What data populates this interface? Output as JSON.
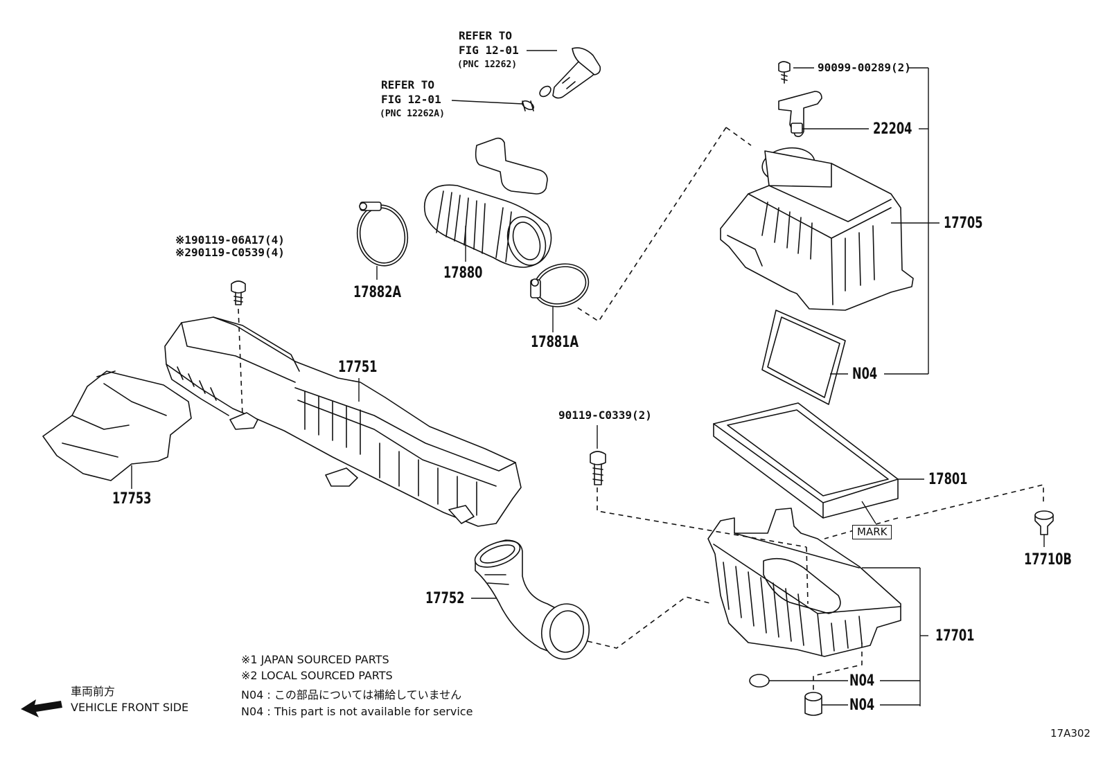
{
  "labels": {
    "refer_to_1": "REFER TO",
    "fig_1": "FIG 12-01",
    "pnc_1": "(PNC 12262)",
    "refer_to_2": "REFER TO",
    "fig_2": "FIG 12-01",
    "pnc_2": "(PNC 12262A)",
    "bolt_90099": "90099-00289(2)",
    "pn_22204": "22204",
    "pn_17705": "17705",
    "pn_17880": "17880",
    "pn_17882a": "17882A",
    "pn_17881a": "17881A",
    "bolt_x1": "※190119-06A17(4)",
    "bolt_x2": "※290119-C0539(4)",
    "pn_17751": "17751",
    "pn_17753": "17753",
    "pn_n04_a": "N04",
    "bolt_c0339": "90119-C0339(2)",
    "pn_17801": "17801",
    "mark": "MARK",
    "pn_17710b": "17710B",
    "pn_17752": "17752",
    "pn_17701": "17701",
    "pn_n04_b": "N04",
    "pn_n04_c": "N04",
    "diagram_code": "17A302"
  },
  "notes": {
    "japan": "※1 JAPAN SOURCED PARTS",
    "local": "※2 LOCAL SOURCED PARTS",
    "n04_jp": "N04 : この部品については補給していません",
    "n04_en": "N04 : This part is not available for service",
    "front_jp": "車両前方",
    "front_en": "VEHICLE FRONT SIDE"
  }
}
